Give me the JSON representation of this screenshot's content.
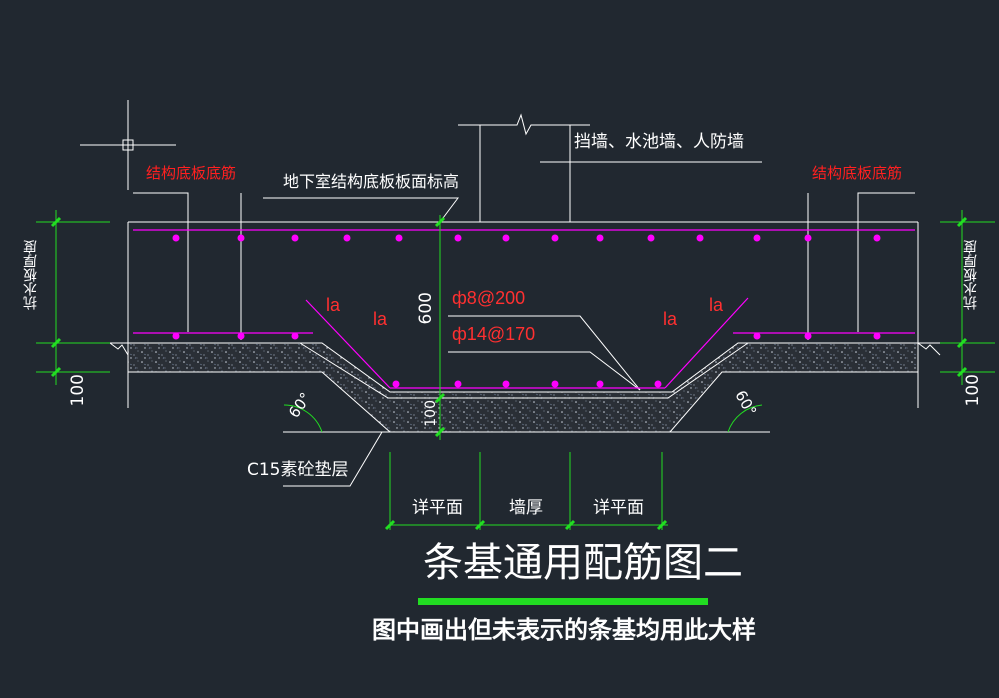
{
  "labels": {
    "rebar_left": "结构底板底筋",
    "rebar_right": "结构底板底筋",
    "elevation": "地下室结构底板板面标高",
    "wall_types": "挡墙、水池墙、人防墙",
    "thick_left": "抗水板厚度",
    "thick_right": "抗水板厚度",
    "dim_100_left": "100",
    "dim_100_right": "100",
    "dim_600": "600",
    "dim_100_center": "100",
    "la_1": "la",
    "la_2": "la",
    "la_3": "la",
    "la_4": "la",
    "rebar_spec_1": "ф8@200",
    "rebar_spec_2": "ф14@170",
    "angle_left": "60°",
    "angle_right": "60°",
    "cushion": "C15素砼垫层",
    "dim_plan_left": "详平面",
    "dim_wall": "墙厚",
    "dim_plan_right": "详平面",
    "title": "条基通用配筋图二",
    "note": "图中画出但未表示的条基均用此大样"
  },
  "colors": {
    "background": "#212830",
    "lines": "#ffffff",
    "dimensions": "#22dd22",
    "rebar": "#ff00ff",
    "title_underline": "#22dd22",
    "red_labels": "#ff2020"
  }
}
